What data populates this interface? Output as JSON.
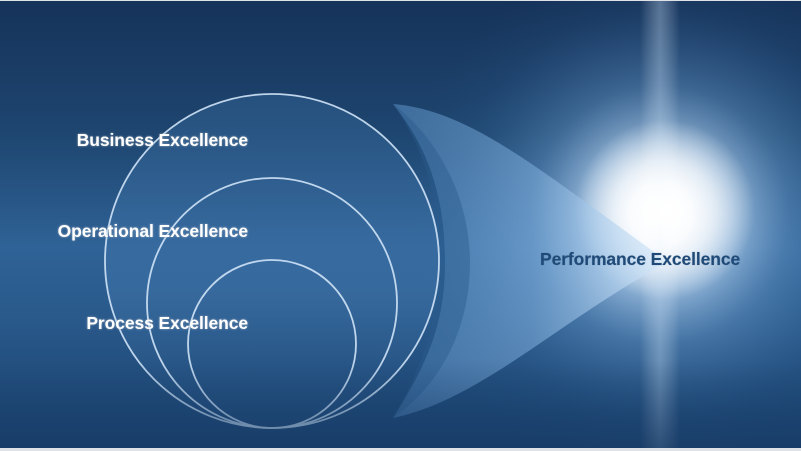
{
  "diagram": {
    "type": "nested-circles-to-funnel",
    "levels": [
      {
        "id": "business",
        "label": "Business Excellence"
      },
      {
        "id": "operational",
        "label": "Operational Excellence"
      },
      {
        "id": "process",
        "label": "Process Excellence"
      }
    ],
    "outcome": {
      "label": "Performance Excellence"
    },
    "colors": {
      "background_dark": "#16335a",
      "background_mid": "#2f6296",
      "circle_stroke": "#cfe3f7",
      "left_label": "#ffffff",
      "outcome_label": "#1f4a78",
      "glow": "#ffffff"
    }
  }
}
